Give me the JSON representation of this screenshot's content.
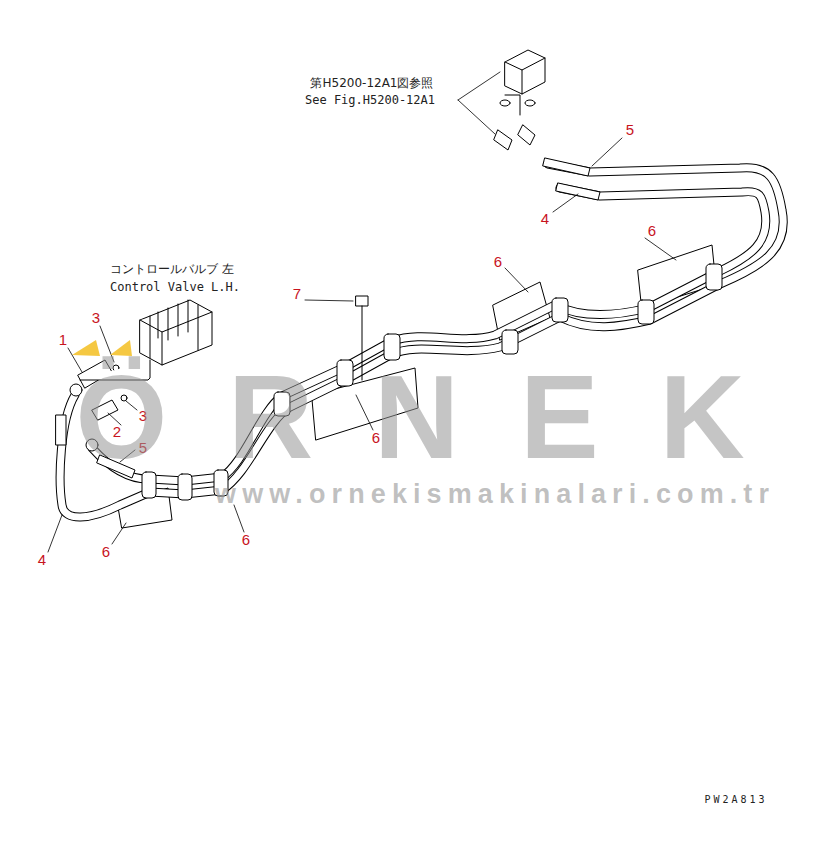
{
  "diagram": {
    "labels": [
      "第H5200-12A1図参照",
      "See Fig.H5200-12A1",
      "5",
      "4",
      "6",
      "6",
      "コントロールバルブ 左",
      "Control Valve L.H.",
      "7",
      "3",
      "1",
      "3",
      "2",
      "6",
      "5",
      "ÖRNEK",
      "www.ornekismakinalari.com.tr",
      "6",
      "6",
      "4",
      "PW2A813"
    ]
  }
}
